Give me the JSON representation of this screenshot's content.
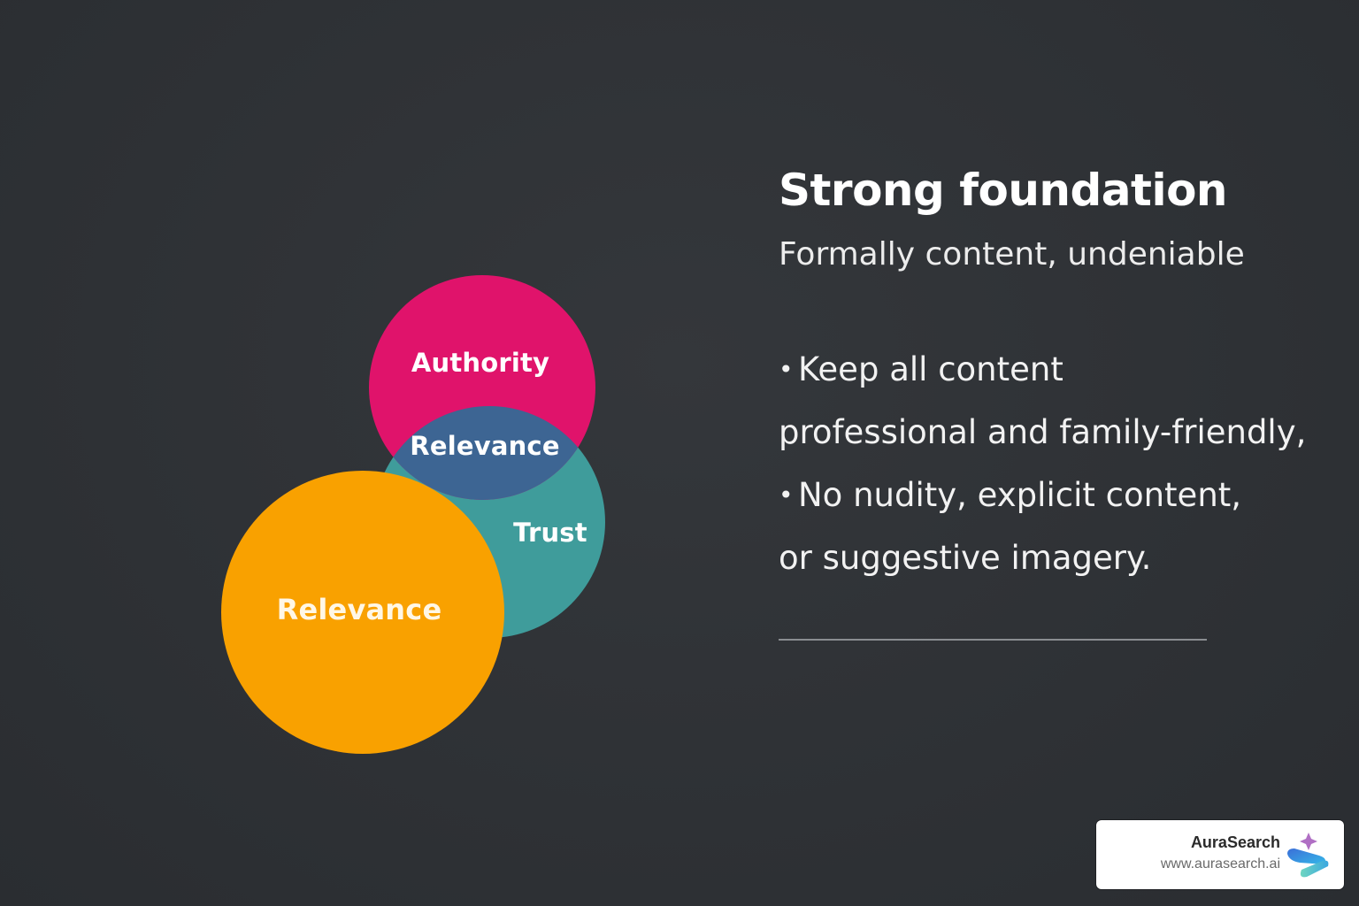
{
  "diagram": {
    "type": "venn",
    "circles": [
      {
        "id": "authority",
        "label": "Authority",
        "color": "#e0136b"
      },
      {
        "id": "trust",
        "label": "Trust",
        "color": "#3f9c9b"
      },
      {
        "id": "relevance",
        "label": "Relevance",
        "color": "#f9a100"
      }
    ],
    "overlap": {
      "label": "Relevance",
      "color": "#3d6593"
    }
  },
  "panel": {
    "title": "Strong foundation",
    "subtitle": "Formally content, undeniable",
    "bullets": [
      {
        "lines": [
          "Keep all content",
          "professional and family-friendly,"
        ]
      },
      {
        "lines": [
          "No nudity, explicit content,",
          "or suggestive imagery."
        ]
      }
    ],
    "bullet_glyph": "•"
  },
  "badge": {
    "name": "AuraSearch",
    "url": "www.aurasearch.ai",
    "logo_icon": "aurasearch-logo-icon"
  },
  "colors": {
    "background": "#2f3236",
    "authority": "#e0136b",
    "trust": "#3f9c9b",
    "relevance": "#f9a100",
    "overlap": "#3d6593"
  }
}
